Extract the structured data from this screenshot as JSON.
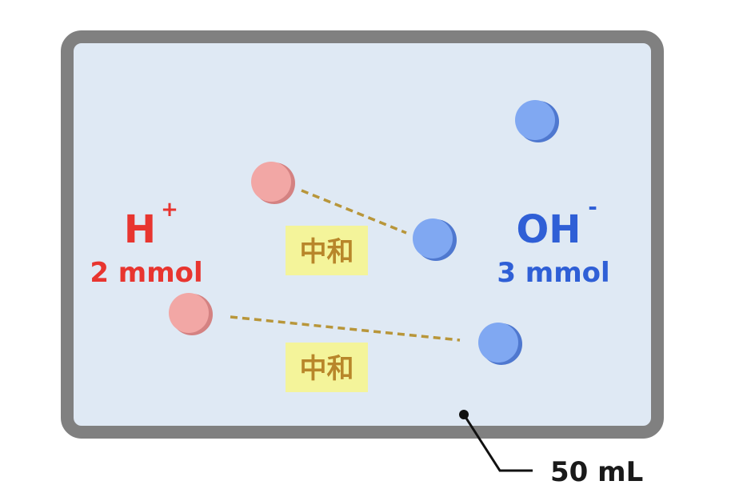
{
  "colors": {
    "container_border": "#808080",
    "container_fill": "#dfe9f4",
    "h_ion": "#f2a7a5",
    "h_ion_shadow": "#d48282",
    "oh_ion": "#80a8f2",
    "oh_ion_shadow": "#4f78cf",
    "h_text": "#e8352f",
    "oh_text": "#2f5fd6",
    "neutral_line": "#b8963a",
    "neutral_box": "#f4f49a",
    "neutral_text": "#b8862a",
    "volume_text": "#1a1a1a"
  },
  "h_ion": {
    "symbol": "H",
    "charge": "+",
    "amount": "2 mmol"
  },
  "oh_ion": {
    "symbol": "OH",
    "charge": "-",
    "amount": "3 mmol"
  },
  "neutralization": {
    "label_1": "中和",
    "label_2": "中和"
  },
  "volume": {
    "label": "50 mL"
  }
}
